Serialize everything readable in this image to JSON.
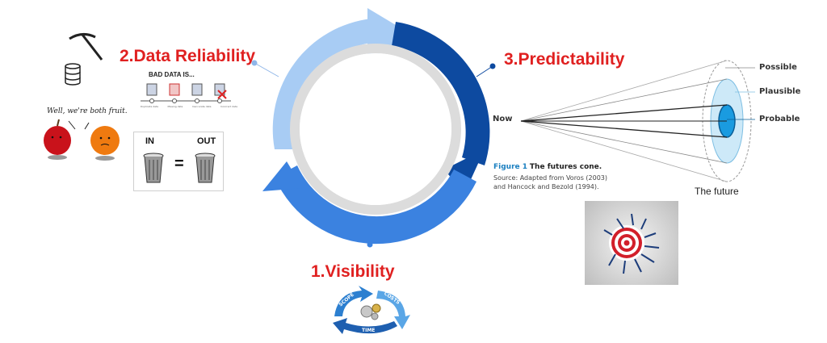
{
  "steps": {
    "visibility": "1.Visibility",
    "data_reliability": "2.Data Reliability",
    "predictability": "3.Predictability"
  },
  "data_reliability_panel": {
    "fruit_caption": "Well, we're both fruit.",
    "bad_data_title": "BAD DATA IS...",
    "bad_data_items": [
      "Duplicate data",
      "Missing data",
      "Inaccurate data",
      "Incorrect data"
    ],
    "in_label": "IN",
    "out_label": "OUT",
    "equals": "="
  },
  "futures_cone": {
    "now": "Now",
    "possible": "Possible",
    "plausible": "Plausible",
    "probable": "Probable",
    "the_future": "The future",
    "figure_label": "Figure 1",
    "figure_title": "The futures cone.",
    "source_line1": "Source: Adapted from Voros (2003)",
    "source_line2": "and Hancock and Bezold (1994)."
  },
  "visibility_icon": {
    "scope": "SCOPE",
    "costs": "COSTS",
    "time": "TIME"
  },
  "colors": {
    "step_label": "#e02020",
    "ring_light": "#9ec5f2",
    "ring_mid": "#3b82e0",
    "ring_dark": "#0a3f8f"
  }
}
